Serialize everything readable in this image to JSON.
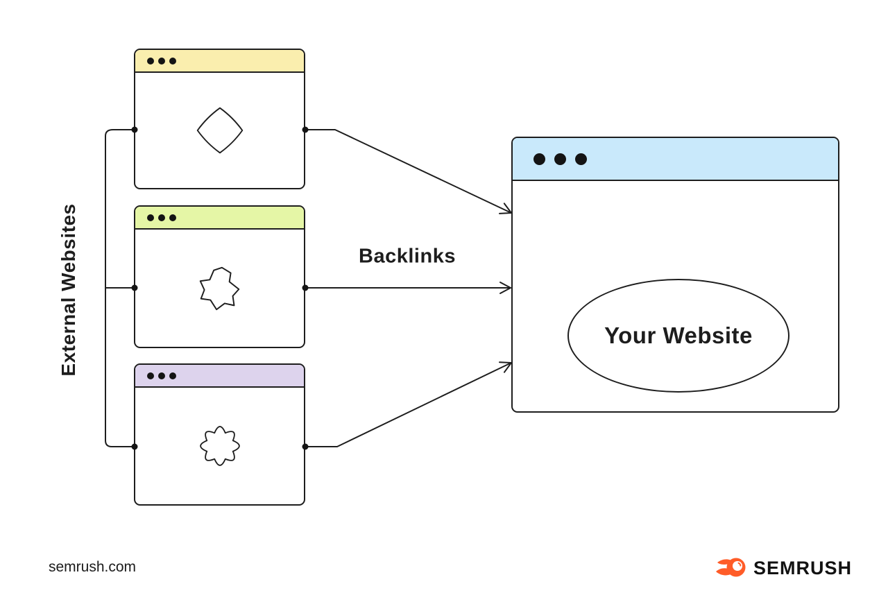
{
  "diagram": {
    "group_label": "External Websites",
    "arrow_label": "Backlinks",
    "ink_color": "#1D1D1D",
    "external_windows": [
      {
        "icon": "diamond-blob-icon",
        "titlebar_color": "#FAEEAE",
        "titlebar_dots": 3
      },
      {
        "icon": "star-blob-icon",
        "titlebar_color": "#E5F6A6",
        "titlebar_dots": 3
      },
      {
        "icon": "flower-blob-icon",
        "titlebar_color": "#DDD3ED",
        "titlebar_dots": 3
      }
    ],
    "main_window": {
      "titlebar_color": "#C9E9FB",
      "titlebar_dots": 3,
      "ellipse_label": "Your Website"
    }
  },
  "footer": {
    "source_text": "semrush.com",
    "brand_name": "SEMRUSH",
    "brand_color": "#FF5C28"
  }
}
